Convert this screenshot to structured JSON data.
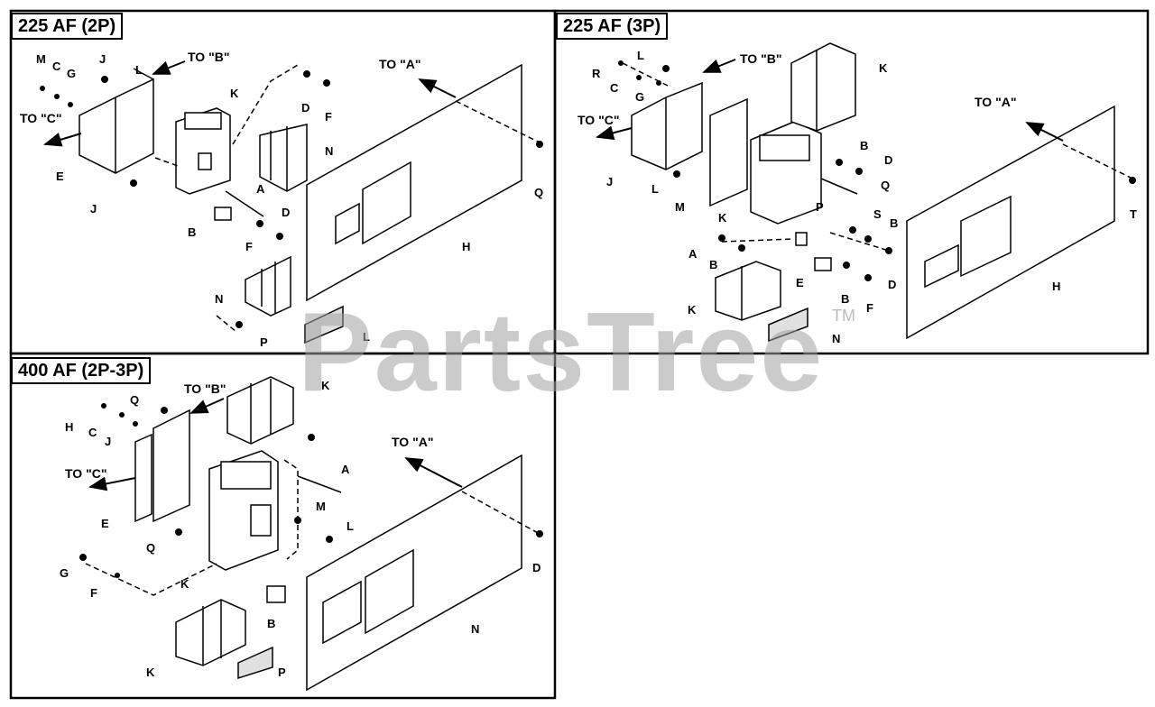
{
  "panels": [
    {
      "title": "225 AF (2P)"
    },
    {
      "title": "225 AF (3P)"
    },
    {
      "title": "400 AF (2P-3P)"
    }
  ],
  "watermark": {
    "text": "PartsTree",
    "tm": "TM"
  },
  "callouts": {
    "to_a": "TO \"A\"",
    "to_b": "TO \"B\"",
    "to_c": "TO \"C\""
  },
  "labels_p1": [
    "M",
    "C",
    "G",
    "J",
    "L",
    "E",
    "J",
    "K",
    "A",
    "B",
    "D",
    "F",
    "N",
    "D",
    "F",
    "Q",
    "H",
    "N",
    "P",
    "L"
  ],
  "labels_p2": [
    "R",
    "L",
    "C",
    "G",
    "J",
    "L",
    "M",
    "K",
    "K",
    "B",
    "D",
    "Q",
    "T",
    "P",
    "S",
    "B",
    "A",
    "B",
    "E",
    "B",
    "D",
    "F",
    "K",
    "H",
    "N"
  ],
  "labels_p3": [
    "H",
    "Q",
    "C",
    "J",
    "K",
    "E",
    "Q",
    "G",
    "F",
    "K",
    "A",
    "M",
    "L",
    "D",
    "B",
    "K",
    "P",
    "N"
  ],
  "colors": {
    "line": "#000000",
    "watermark": "#a0a0a0"
  }
}
